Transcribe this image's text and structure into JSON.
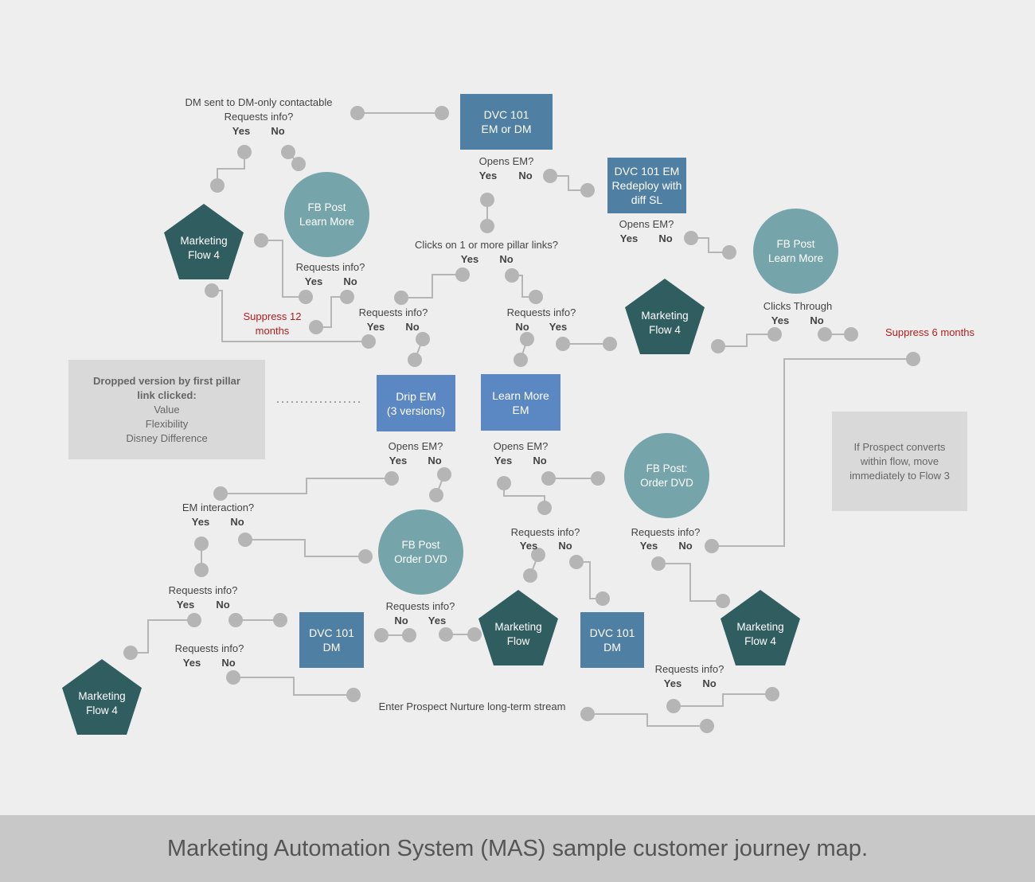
{
  "colors": {
    "box_dark": "#4f7fa3",
    "box_light": "#5b87c3",
    "circle": "#75a4ab",
    "pentagon": "#2f5d60",
    "connector": "#b5b5b5",
    "suppress": "#b71c1c"
  },
  "boxes": {
    "dvc101_em_dm": "DVC 101\nEM or DM",
    "dvc101_redeploy": "DVC 101 EM\nRedeploy with\ndiff SL",
    "drip_em": "Drip EM\n(3 versions)",
    "learn_more_em": "Learn More\nEM",
    "dvc101_dm_left": "DVC 101\nDM",
    "dvc101_dm_right": "DVC 101\nDM"
  },
  "circles": {
    "fb_post_learn_left": "FB Post\nLearn More",
    "fb_post_learn_right": "FB Post\nLearn More",
    "fb_post_order_right": "FB Post:\nOrder DVD",
    "fb_post_order_center": "FB Post\nOrder DVD"
  },
  "pentagons": {
    "flow4_topleft": "Marketing\nFlow 4",
    "flow4_center": "Marketing\nFlow 4",
    "flow_bottom": "Marketing\nFlow",
    "flow4_right": "Marketing\nFlow 4",
    "flow4_bottomleft": "Marketing\nFlow 4"
  },
  "labels": {
    "dm_sent": "DM sent to DM-only contactable",
    "req_info_top": "Requests info?",
    "opens_em_top": "Opens EM?",
    "opens_em_redeploy": "Opens EM?",
    "clicks_pillar": "Clicks on 1 or more pillar links?",
    "req_info_a": "Requests info?",
    "req_info_b": "Requests info?",
    "req_info_c": "Requests info?",
    "clicks_through": "Clicks Through",
    "suppress_12": "Suppress 12\nmonths",
    "suppress_6": "Suppress 6 months",
    "opens_em_drip": "Opens EM?",
    "opens_em_learn": "Opens EM?",
    "em_interaction": "EM interaction?",
    "req_info_d": "Requests info?",
    "req_info_e": "Requests info?",
    "req_info_f": "Requests info?",
    "req_info_g": "Requests info?",
    "req_info_h": "Requests info?",
    "req_info_i": "Requests info?",
    "enter_nurture": "Enter Prospect Nurture long-term stream",
    "yes": "Yes",
    "no": "No"
  },
  "notes": {
    "dropped_title": "Dropped version by first pillar\nlink clicked:",
    "dropped_items": [
      "Value",
      "Flexibility",
      "Disney Difference"
    ],
    "converts": "If Prospect converts\nwithin flow, move\nimmediately to Flow 3"
  },
  "footer": {
    "caption": "Marketing Automation System (MAS) sample customer journey map."
  }
}
